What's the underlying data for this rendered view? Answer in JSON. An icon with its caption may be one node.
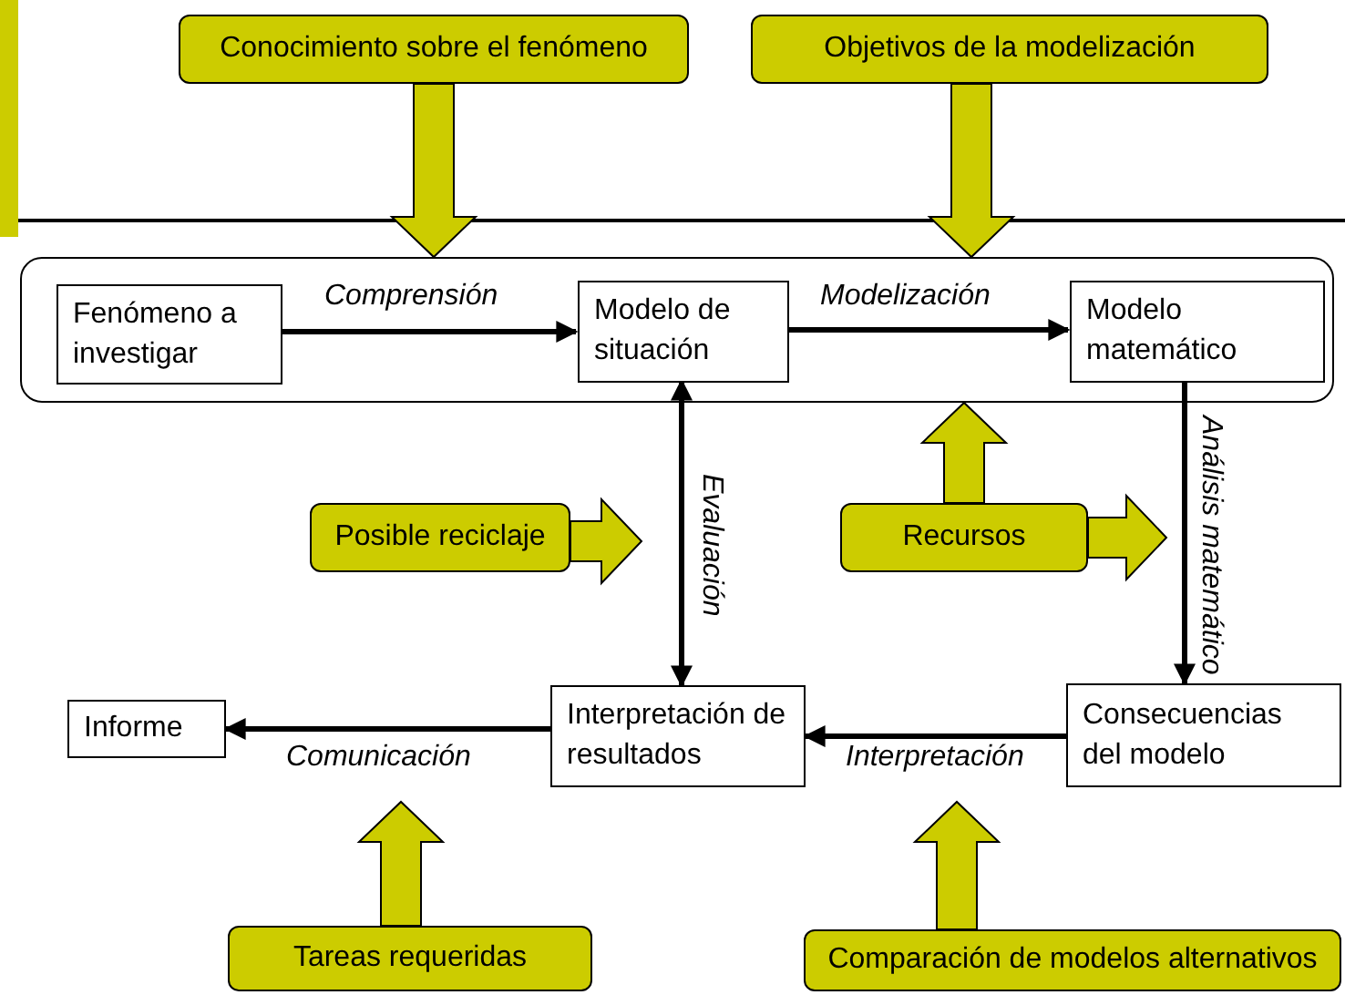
{
  "diagram": {
    "nodes": [
      {
        "text": [
          "Conocimiento sobre el fenómeno"
        ]
      },
      {
        "text": [
          "Objetivos de la modelización"
        ]
      },
      {
        "text": [],
        "shape": "box"
      },
      {
        "text": [
          "Fenómeno a investigar"
        ],
        "in": 2
      },
      {
        "text": [
          "Modelo de situación"
        ],
        "in": 2
      },
      {
        "text": [
          "Modelo matemático"
        ],
        "in": 2
      },
      {
        "text": [
          "Posible reciclaje"
        ]
      },
      {
        "text": [
          "Recursos"
        ]
      },
      {
        "text": [
          "Informe"
        ]
      },
      {
        "text": [
          "Interpretación de resultados"
        ]
      },
      {
        "text": [
          "Consecuencias del modelo"
        ]
      },
      {
        "text": [
          "Tareas requeridas"
        ]
      },
      {
        "text": [
          "Comparación de modelos alternativos"
        ]
      }
    ],
    "edges": [
      {
        "from": 3,
        "to": 4,
        "arrow": "to",
        "label": "Comprensión"
      },
      {
        "from": 4,
        "to": 5,
        "arrow": "to",
        "label": "Modelización"
      },
      {
        "from": 5,
        "to": 10,
        "arrow": "to",
        "label": "Análisis matemático"
      },
      {
        "from": 4,
        "to": 9,
        "arrow": "both",
        "label": "Evaluación"
      },
      {
        "from": 10,
        "to": 9,
        "arrow": "to",
        "label": "Interpretación"
      },
      {
        "from": 9,
        "to": 8,
        "arrow": "to",
        "label": "Comunicación"
      },
      {
        "from": 0,
        "to": 2,
        "arrow": "to",
        "style": "thick",
        "color": "#cccc00"
      },
      {
        "from": 1,
        "to": 2,
        "arrow": "to",
        "style": "thick",
        "color": "#cccc00"
      },
      {
        "from": 7,
        "to": 2,
        "arrow": "to",
        "style": "thick",
        "color": "#cccc00"
      },
      {
        "from": 6,
        "to": null,
        "arrow": "to",
        "style": "thick",
        "color": "#cccc00"
      },
      {
        "from": 7,
        "to": null,
        "arrow": "to",
        "style": "thick",
        "color": "#cccc00"
      },
      {
        "from": 11,
        "to": null,
        "arrow": "to",
        "style": "thick",
        "color": "#cccc00"
      },
      {
        "from": 12,
        "to": null,
        "arrow": "to",
        "style": "thick",
        "color": "#cccc00"
      }
    ]
  }
}
